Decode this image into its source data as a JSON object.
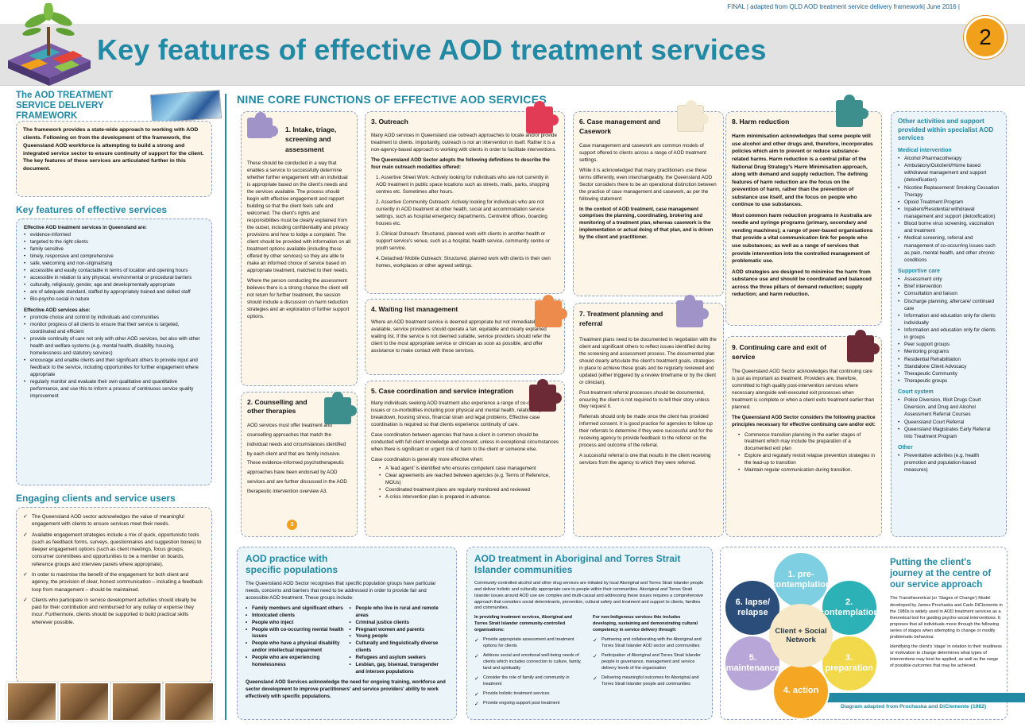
{
  "header": {
    "topline": "FINAL | adapted from QLD AOD treatment service delivery framework| June 2016 |",
    "title": "Key features of effective AOD treatment services",
    "page_number": "2"
  },
  "framework": {
    "heading": "The AOD TREATMENT SERVICE DELIVERY FRAMEWORK",
    "body": "The framework provides a state-wide approach to working with AOD clients. Following on from the development of the framework, the Queensland AOD workforce is attempting to build a strong and integrated service sector to ensure continuity of support for the client. The key features of these services are articulated further in this document."
  },
  "key_features": {
    "heading": "Key features of effective services",
    "intro": "Effective AOD treatment services in Queensland are:",
    "items": [
      "evidence-informed",
      "targeted to the right clients",
      "family sensitive",
      "timely, responsive and comprehensive",
      "safe, welcoming and non-stigmatising",
      "accessible and easily contactable in terms of location and opening hours",
      "accessible in relation to any physical, environmental or procedural barriers",
      "culturally, religiously, gender, age and developmentally appropriate",
      "are of adequate standard, staffed by appropriately trained and skilled staff",
      "Bio-psycho-social in nature"
    ],
    "intro2": "Effective AOD services also:",
    "items2": [
      "promote choice and control by individuals and communities",
      "monitor progress of all clients to ensure that their service is targeted, coordinated and efficient",
      "provide continuity of care not only with other AOD services, but also with other health and welfare systems (e.g. mental health, disability, housing, homelessness and statutory services)",
      "encourage and enable clients and their significant others to provide input and feedback to the service, including opportunities for further engagement where appropriate",
      "regularly monitor and evaluate their own qualitative and quantitative performance, and use this to inform a process of continuous service quality improvement"
    ]
  },
  "engaging": {
    "heading": "Engaging clients and service users",
    "items": [
      "The Queensland AOD sector acknowledges the value of meaningful engagement with clients to ensure services meet their needs.",
      "Available engagement strategies include a mix of quick, opportunistic tools (such as feedback forms, surveys, questionnaires and suggestion boxes) to deeper engagement options (such as client meetings, focus groups, consumer committees and opportunities to be a member on boards, reference groups and interview panels where appropriate).",
      "In order to maximise the benefit of the engagement for both client and agency, the provision of clear, honest communication – including a feedback loop from management – should be maintained.",
      "Clients who participate in service development activities should ideally be paid for their contribution and reimbursed for any outlay or expense they incur. Furthermore, clients should be supported to build practical skills wherever possible."
    ]
  },
  "nine": {
    "heading": "NINE CORE FUNCTIONS OF EFFECTIVE AOD SERVICES",
    "f1": {
      "title": "1. Intake, triage, screening and assessment",
      "p1": "These should be conducted in a way that enables a service to successfully determine whether further engagement with an individual is appropriate based on the client's needs and the services available. The process should begin with effective engagement and rapport building so that the client feels safe and welcomed. The client's rights and responsibilities must be clearly explained from the outset, including confidentiality and privacy provisions and how to lodge a complaint. The client should be provided with information on all treatment options available (including those offered by other services) so they are able to make an informed choice of service based on appropriate treatment, matched to their needs.",
      "p2": "Where the person conducting the assessment believes there is a strong chance the client will not return for further treatment, the session should include a discussion on harm reduction strategies and an exploration of further support options."
    },
    "f2": {
      "title": "2. Counselling and other therapies",
      "p1": "AOD services must offer treatment and counselling approaches that match the individual needs and circumstances identified by each client and that are family inclusive. These evidence-informed psychotherapeutic approaches have been endorsed by AOD services and are further discussed in the AOD therapeutic intervention overview A3.",
      "badge": "3"
    },
    "f3": {
      "title": "3. Outreach",
      "p1": "Many AOD services in Queensland use outreach approaches to locate and/or provide treatment to clients. Importantly, outreach is not an intervention in itself. Rather it is a non-agency-based approach to working with clients in order to facilitate interventions.",
      "p2": "The Queensland AOD Sector adopts the following definitions to describe the four main outreach modalities offered:",
      "items": [
        "1. Assertive Street Work: Actively looking for individuals who are not currently in AOD treatment in public space locations such as streets, malls, parks, shopping centres etc. Sometimes after hours.",
        "2. Assertive Community Outreach: Actively looking for individuals who are not currently in AOD treatment at other health, social and accommodation service settings, such as hospital emergency departments, Centrelink offices, boarding houses etc.",
        "3. Clinical Outreach: Structured, planned work with clients in another health or support service's venue, such as a hospital, health service, community centre or youth service.",
        "4. Detached/ Mobile Outreach: Structured, planned work with clients in their own homes, workplaces or other agreed settings."
      ]
    },
    "f4": {
      "title": "4. Waiting list management",
      "p1": "Where an AOD treatment service is deemed appropriate but not immediately available, service providers should operate a fair, equitable and clearly explained waiting list. If the service is not deemed suitable, service providers should refer the client to the most appropriate service or clinician as soon as possible, and offer assistance to make contact with these services."
    },
    "f5": {
      "title": "5. Case coordination and service integration",
      "p1": "Many individuals seeking AOD treatment also experience a range of co-occurring issues or co-morbidities including poor physical and mental health, relationship breakdown, housing stress, financial strain and legal problems. Effective case coordination is required so that clients experience continuity of care.",
      "p2": "Case coordination between agencies that have a client in common should be conducted with full client knowledge and consent, unless in exceptional circumstances when there is significant or urgent risk of harm to the client or someone else.",
      "p3": "Case coordination is generally more effective when:",
      "items": [
        "A 'lead agent' is identified who ensures competent case management",
        "Clear agreements are reached between agencies (e.g. Terms of Reference, MOUs)",
        "Coordinated treatment plans are regularly monitored and reviewed",
        "A crisis intervention plan is prepared in advance."
      ]
    },
    "f6": {
      "title": "6. Case management and Casework",
      "p1": "Case management and casework are common models of support offered to clients across a range of AOD treatment settings.",
      "p2": "While it is acknowledged that many practitioners use these terms differently, even interchangeably, the Queensland AOD Sector considers there to be an operational distinction between the practice of case management and casework, as per the following statement:",
      "p3": "In the context of AOD treatment, case management comprises the planning, coordinating, brokering and monitoring of a treatment plan, whereas casework is the implementation or actual doing of that plan, and is driven by the client and practitioner."
    },
    "f7": {
      "title": "7. Treatment planning and referral",
      "p1": "Treatment plans need to be documented in negotiation with the client and significant others to reflect issues identified during the screening and assessment process. The documented plan should clearly articulate the client's treatment goals, strategies in place to achieve these goals and be regularly reviewed and updated (either triggered by a review timeframe or by the client or clinician).",
      "p2": "Post-treatment referral processes should be documented, ensuring the client is not required to re-tell their story unless they request it.",
      "p3": "Referrals should only be made once the client has provided informed consent. It is good practice for agencies to follow up their referrals to determine if they were successful and for the receiving agency to provide feedback to the referrer on the process and outcome of the referral.",
      "p4": "A successful referral is one that results in the client receiving services from the agency to which they were referred."
    },
    "f8": {
      "title": "8. Harm reduction",
      "p1": "Harm minimisation acknowledges that some people will use alcohol and other drugs and, therefore, incorporates policies which aim to prevent or reduce substance-related harms. Harm reduction is a central pillar of the National Drug Strategy's Harm Minimisation approach, along with demand and supply reduction. The defining features of harm reduction are the focus on the prevention of harm, rather than the prevention of substance use itself, and the focus on people who continue to use substances.",
      "p2": "Most common harm reduction programs in Australia are needle and syringe programs (primary, secondary and vending machines); a range of peer-based organisations that provide a vital communication link for people who use substances; as well as a range of services that provide intervention into the controlled management of problematic use.",
      "p3": "AOD strategies are designed to minimise the harm from substance use and should be coordinated and balanced across the three pillars of demand reduction; supply reduction; and harm reduction."
    },
    "f9": {
      "title": "9. Continuing care and exit of service",
      "p1": "The Queensland AOD Sector acknowledges that continuing care is just as important as treatment. Providers are, therefore, committed to high quality post-intervention services where necessary alongside well-executed exit processes when treatment is complete or when a client exits treatment earlier than planned.",
      "p2": "The Queensland AOD Sector considers the following practice principles necessary for effective continuing care and/or exit:",
      "items": [
        "Commence transition planning in the earlier stages of treatment which may include the preparation of a documented exit plan",
        "Explore and regularly revisit relapse prevention strategies in the lead-up to transition",
        "Maintain regular communication during transition."
      ]
    }
  },
  "other": {
    "heading": "Other activities and support provided within specialist AOD services",
    "groups": [
      {
        "title": "Medical intervention",
        "items": [
          "Alcohol Pharmacotherapy",
          "Ambulatory/Outclient/Home based withdrawal management and support (detoxification)",
          "Nicotine Replacement/ Smoking Cessation Therapy",
          "Opioid Treatment Program",
          "Inpatient/Residential withdrawal management and support (detoxification)",
          "Blood borne virus screening, vaccination and treatment",
          "Medical screening, referral and management of co-occurring issues such as pain, mental health, and other chronic conditions"
        ]
      },
      {
        "title": "Supportive care",
        "items": [
          "Assessment only",
          "Brief intervention",
          "Consultation and liaison",
          "Discharge planning, aftercare/ continued care",
          "Information and education only for clients individually",
          "Information and education only for clients in groups",
          "Peer support groups",
          "Mentoring programs",
          "Residential Rehabilitation",
          "Standalone Client Advocacy",
          "Therapeutic Community",
          "Therapeutic groups"
        ]
      },
      {
        "title": "Court system",
        "items": [
          "Police Diversion, Illicit Drugs Court Diversion, and Drug and Alcohol Assessment Referral Courses",
          "Queensland Court Referral",
          "Queensland Magistrates Early Referral Into Treatment Program"
        ]
      },
      {
        "title": "Other",
        "items": [
          "Preventative activities (e.g. health promotion and population-based measures)"
        ]
      }
    ]
  },
  "populations": {
    "heading": "AOD practice with specific populations",
    "intro": "The Queensland AOD Sector recognises that specific population groups have particular needs, concerns and barriers that need to be addressed in order to provide fair and accessible AOD treatment. These groups include:",
    "col1": [
      "Family members and significant others",
      "Intoxicated clients",
      "People who inject",
      "People with co-occurring mental health issues",
      "People who have a physical disability and/or intellectual impairment",
      "People who are experiencing homelessness"
    ],
    "col2": [
      "People who live in rural and remote areas",
      "Criminal justice clients",
      "Pregnant women and parents",
      "Young people",
      "Culturally and linguistically diverse clients",
      "Refugees and asylum seekers",
      "Lesbian, gay, bisexual, transgender and intersex populations"
    ],
    "outro": "Queensland AOD Services acknowledge the need for ongoing training, workforce and sector development to improve practitioners' and service providers' ability to work effectively with specific populations."
  },
  "atsi": {
    "heading": "AOD treatment in Aboriginal and Torres Strait Islander communities",
    "intro": "Community-controlled alcohol and other drug services are initiated by local Aboriginal and Torres Strait Islander people and deliver holistic and culturally appropriate care to people within their communities. Aboriginal and Torres Strait Islander issues around AOD use are complex and multi-causal and addressing these issues requires a comprehensive approach that considers social determinants, prevention, cultural safety and treatment and support to clients, families and communities.",
    "left_title": "In providing treatment services, Aboriginal and Torres Strait Islander community-controlled organisations:",
    "left": [
      "Provide appropriate assessment and treatment options for clients",
      "Address social and emotional well-being needs of clients which includes connection to culture, family, land and spirituality",
      "Consider the role of family and community in treatment",
      "Provide holistic treatment services",
      "Provide ongoing support post treatment"
    ],
    "right_title": "For non-Indigenous services this includes developing, sustaining and demonstrating cultural competency in service delivery through:",
    "right": [
      "Partnering and collaborating with the Aboriginal and Torres Strait Islander AOD sector and communities",
      "Participation of Aboriginal and Torres Strait Islander people in governance, management and service delivery levels of the organisation",
      "Delivering meaningful outcomes for Aboriginal and Torres Strait Islander people and communities"
    ]
  },
  "journey": {
    "heading": "Putting the client's journey at the centre of our service approach",
    "p1": "The Transtheoretical (or 'Stages of Change') Model developed by James Prochaska and Carlo DiClemente in the 1980s is widely used in AOD treatment services as a theoretical tool for guiding psycho-social interventions. It proposes that all individuals move through the following series of stages when attempting to change or modify problematic behaviour.",
    "p2": "Identifying the client's 'stage' in relation to their readiness or motivation to change determines what types of interventions may best be applied, as well as the range of possible outcomes that may be achieved.",
    "caption": "Diagram adapted from Prochaska and DiClemente (1982)",
    "center": "Client + Social Network",
    "stages": [
      "1. pre-contemplation",
      "2. contemplation",
      "3. preparation",
      "4. action",
      "5. maintenance",
      "6. lapse/ relapse"
    ],
    "colors": {
      "s1": "#7fcfe3",
      "s2": "#2cb1b6",
      "s3": "#f2d84b",
      "s4": "#f5a623",
      "s5": "#b9a6d9",
      "s6": "#2a4d7a"
    }
  },
  "icons": [
    "logo-plant-puzzle-icon",
    "puzzle-piece-icon"
  ]
}
